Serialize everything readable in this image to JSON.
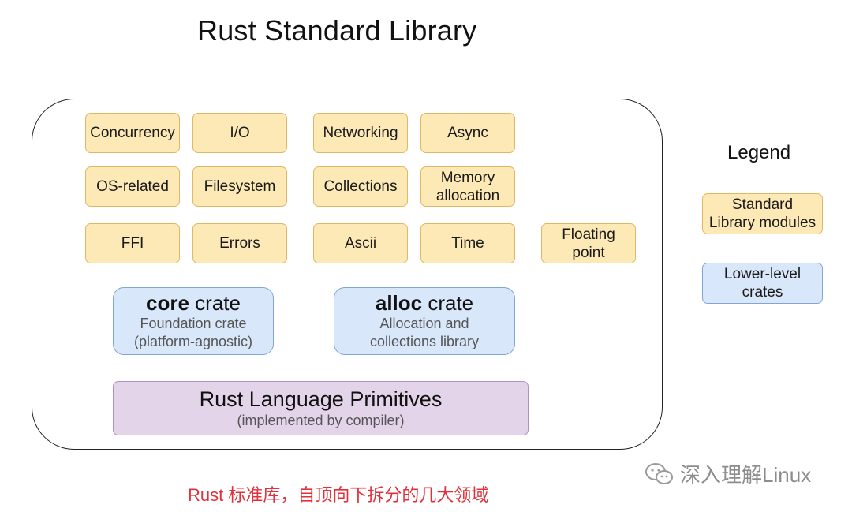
{
  "title": "Rust Standard Library",
  "modules": [
    "Concurrency",
    "I/O",
    "Networking",
    "Async",
    "OS-related",
    "Filesystem",
    "Collections",
    "Memory\nallocation",
    "FFI",
    "Errors",
    "Ascii",
    "Time",
    "Floating\npoint"
  ],
  "core_crate": {
    "name": "core",
    "suffix": " crate",
    "desc": "Foundation crate\n(platform-agnostic)"
  },
  "alloc_crate": {
    "name": "alloc",
    "suffix": " crate",
    "desc": "Allocation and\ncollections library"
  },
  "primitives": {
    "title": "Rust Language Primitives",
    "subtitle": "(implemented by compiler)"
  },
  "legend": {
    "title": "Legend",
    "std_label": "Standard\nLibrary modules",
    "low_label": "Lower-level\ncrates"
  },
  "caption": "Rust 标准库，自顶向下拆分的几大领域",
  "brand": {
    "icon": "wechat-icon",
    "text": "深入理解Linux"
  },
  "colors": {
    "module_fill": "#fde9b6",
    "crate_fill": "#d9e7fa",
    "primitive_fill": "#e3d4ea",
    "caption": "#e0303a"
  }
}
